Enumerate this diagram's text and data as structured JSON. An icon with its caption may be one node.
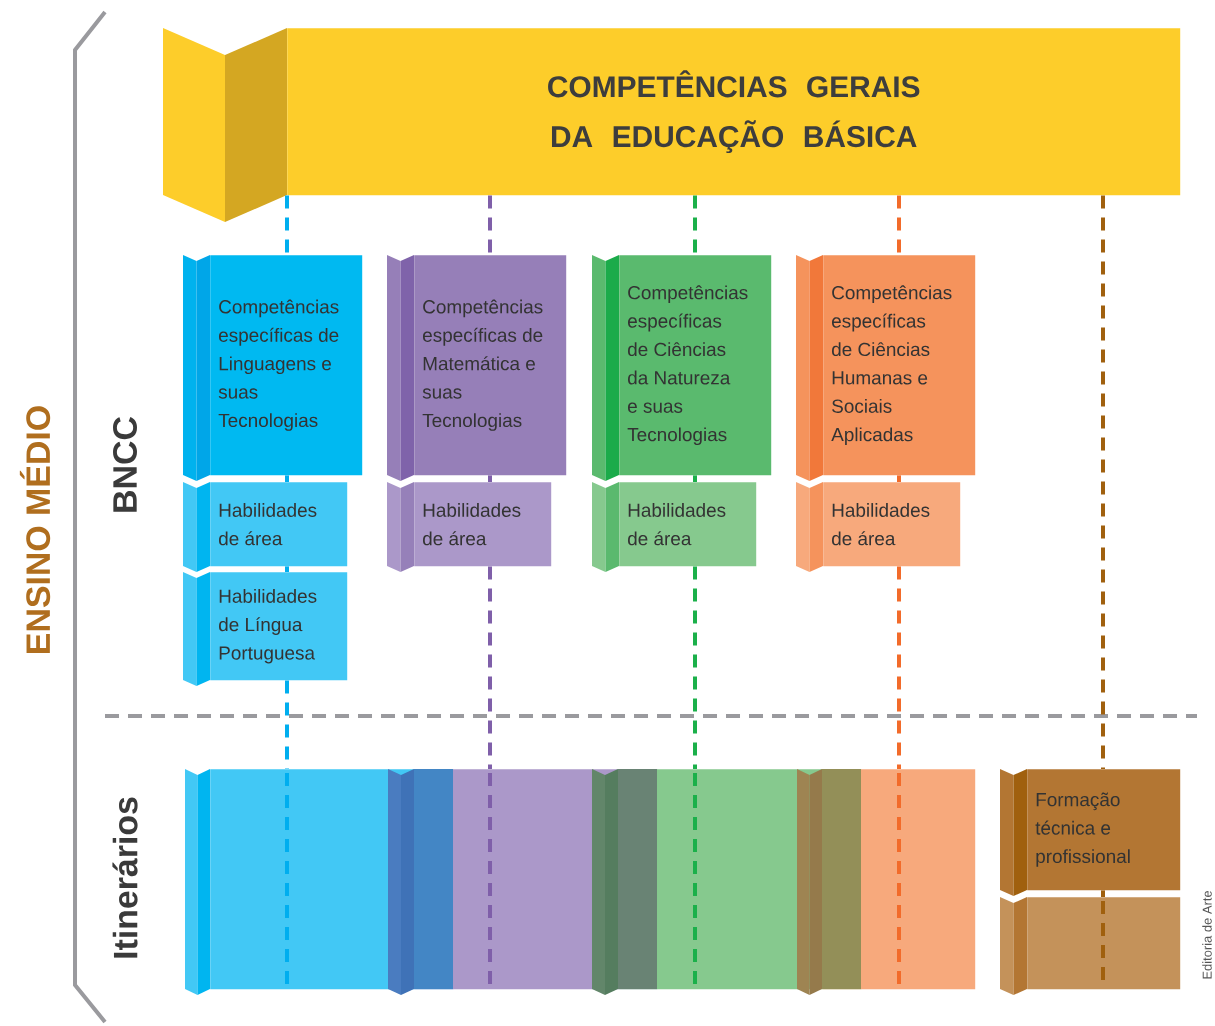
{
  "diagram": {
    "nodes": [
      {
        "text": [
          "COMPETÊNCIAS GERAIS DA EDUCAÇÃO BÁSICA"
        ]
      },
      {
        "text": [
          "Competências específicas de Linguagens e suas Tecnologias"
        ]
      },
      {
        "text": [
          "Competências específicas de Matemática e suas Tecnologias"
        ]
      },
      {
        "text": [
          "Competências específicas de Ciências da Natureza e suas Tecnologias"
        ]
      },
      {
        "text": [
          "Competências específicas de Ciências Humanas e Sociais Aplicadas"
        ]
      },
      {
        "text": [
          "Habilidades de área"
        ]
      },
      {
        "text": [
          "Habilidades de Língua Portuguesa"
        ]
      },
      {
        "text": [
          "Habilidades de área"
        ]
      },
      {
        "text": [
          "Habilidades de área"
        ]
      },
      {
        "text": [
          "Habilidades de área"
        ]
      },
      {
        "text": [],
        "shape": "bar"
      },
      {
        "text": [],
        "shape": "bar"
      },
      {
        "text": [],
        "shape": "bar"
      },
      {
        "text": [],
        "shape": "bar"
      },
      {
        "text": [
          "Formação técnica e profissional"
        ]
      },
      {
        "text": [],
        "shape": "bar"
      }
    ],
    "edges": [
      {
        "from": 0,
        "to": 1,
        "arrow": "none",
        "style": "dashed",
        "color": "#00aeef"
      },
      {
        "from": 1,
        "to": 5,
        "arrow": "none",
        "style": "dashed",
        "color": "#00aeef"
      },
      {
        "from": 5,
        "to": 6,
        "arrow": "none",
        "style": "dashed",
        "color": "#00aeef"
      },
      {
        "from": 6,
        "to": 10,
        "arrow": "none",
        "style": "dashed",
        "color": "#00aeef"
      },
      {
        "from": 0,
        "to": 2,
        "arrow": "none",
        "style": "dashed",
        "color": "#7f5fa9"
      },
      {
        "from": 2,
        "to": 7,
        "arrow": "none",
        "style": "dashed",
        "color": "#7f5fa9"
      },
      {
        "from": 7,
        "to": 11,
        "arrow": "none",
        "style": "dashed",
        "color": "#7f5fa9"
      },
      {
        "from": 0,
        "to": 3,
        "arrow": "none",
        "style": "dashed",
        "color": "#1bb04a"
      },
      {
        "from": 3,
        "to": 8,
        "arrow": "none",
        "style": "dashed",
        "color": "#1bb04a"
      },
      {
        "from": 8,
        "to": 12,
        "arrow": "none",
        "style": "dashed",
        "color": "#1bb04a"
      },
      {
        "from": 0,
        "to": 4,
        "arrow": "none",
        "style": "dashed",
        "color": "#f26b2a"
      },
      {
        "from": 4,
        "to": 9,
        "arrow": "none",
        "style": "dashed",
        "color": "#f26b2a"
      },
      {
        "from": 9,
        "to": 13,
        "arrow": "none",
        "style": "dashed",
        "color": "#f26b2a"
      },
      {
        "from": 0,
        "to": 14,
        "arrow": "none",
        "style": "dashed",
        "color": "#a0600e"
      },
      {
        "from": 14,
        "to": 15,
        "arrow": "none",
        "style": "dashed",
        "color": "#a0600e"
      }
    ],
    "labels": [
      "ENSINO MÉDIO",
      "BNCC",
      "Itinerários",
      "Editoria de Arte"
    ]
  }
}
